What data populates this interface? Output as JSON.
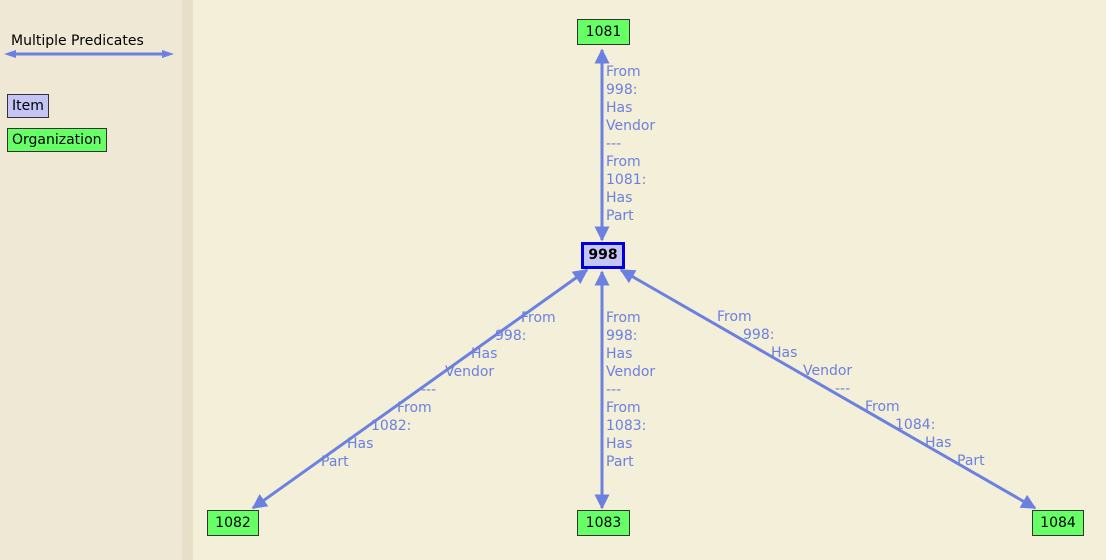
{
  "legend": {
    "edge_label": "Multiple Predicates",
    "node_types": [
      {
        "label": "Item",
        "color": "#c4c4f5"
      },
      {
        "label": "Organization",
        "color": "#66ff66"
      }
    ]
  },
  "colors": {
    "edge": "#6b80df",
    "item_border": "#0000dd",
    "background": "#f4efd8"
  },
  "graph": {
    "center": {
      "label": "998",
      "type": "Item"
    },
    "nodes": [
      {
        "label": "1081",
        "type": "Organization"
      },
      {
        "label": "1082",
        "type": "Organization"
      },
      {
        "label": "1083",
        "type": "Organization"
      },
      {
        "label": "1084",
        "type": "Organization"
      }
    ],
    "edges": [
      {
        "from": "998",
        "to": "1081",
        "lines": [
          "From",
          "998:",
          "Has",
          "Vendor",
          "---",
          "From",
          "1081:",
          "Has",
          "Part"
        ]
      },
      {
        "from": "998",
        "to": "1082",
        "lines": [
          "From",
          "998:",
          "Has",
          "Vendor",
          "---",
          "From",
          "1082:",
          "Has",
          "Part"
        ]
      },
      {
        "from": "998",
        "to": "1083",
        "lines": [
          "From",
          "998:",
          "Has",
          "Vendor",
          "---",
          "From",
          "1083:",
          "Has",
          "Part"
        ]
      },
      {
        "from": "998",
        "to": "1084",
        "lines": [
          "From",
          "998:",
          "Has",
          "Vendor",
          "---",
          "From",
          "1084:",
          "Has",
          "Part"
        ]
      }
    ]
  }
}
